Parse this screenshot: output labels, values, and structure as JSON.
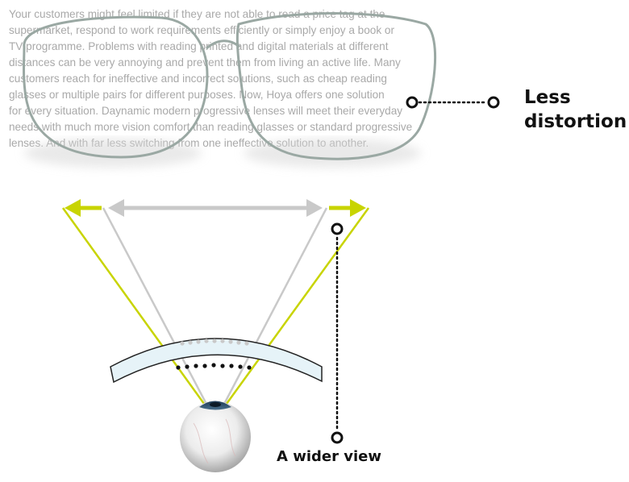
{
  "paragraph": {
    "lines": [
      "Your customers might feel limited if they are not able to read a price tag at the",
      "supermarket, respond to work requirements efficiently or simply enjoy a book or",
      "TV programme. Problems with reading printed and digital materials at different",
      "distances can be very annoying and prevent them from living an active life. Many",
      "customers reach for ineffective and incorrect solutions, such as cheap reading",
      "glasses or multiple pairs for different purposes. Now, Hoya offers one solution",
      "for every situation. Daynamic modern progressive lenses will meet their everyday",
      "needs with much more vision comfort than reading glasses or standard progressive",
      "lenses. And with far less switching from one ineffective solution to another."
    ]
  },
  "callouts": {
    "less_distortion": "Less distortion",
    "wider_view": "A wider view"
  },
  "colors": {
    "accent_lime": "#c8d400",
    "gray_arrow": "#c9c9c9",
    "lens_fill": "#e6f3f8",
    "text_gray": "#a9a9a9",
    "callout": "#111111"
  }
}
